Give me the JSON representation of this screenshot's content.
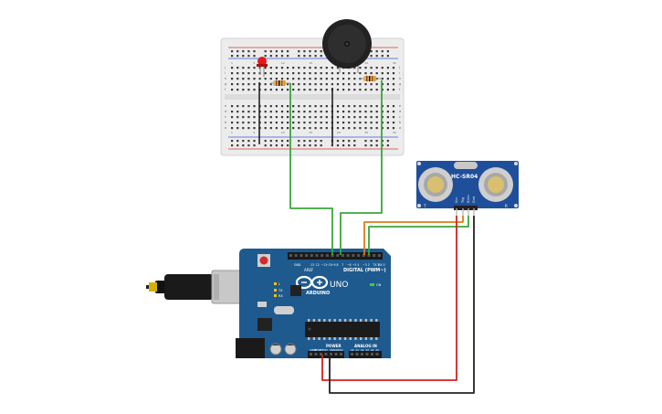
{
  "circuit": {
    "arduino": {
      "logo_text": "ARDUINO",
      "model_text": "UNO",
      "on_label": "ON",
      "tx_label": "TX",
      "rx_label": "RX",
      "l_label": "L",
      "digital_label": "DIGITAL (PWM~)",
      "power_label": "POWER",
      "analog_label": "ANALOG IN",
      "aref_label": "AREF",
      "gnd_label": "GND",
      "digital_pins": [
        "13",
        "12",
        "~11",
        "~10",
        "~9",
        "8",
        "7",
        "~6",
        "~5",
        "4",
        "~3",
        "2",
        "TX 1",
        "RX 0"
      ],
      "power_pins": [
        "IOREF",
        "RESET",
        "3.3V",
        "5V",
        "GND",
        "GND",
        "Vin"
      ],
      "analog_pins": [
        "A0",
        "A1",
        "A2",
        "A3",
        "A4",
        "A5"
      ]
    },
    "sensor": {
      "model": "HC-SR04",
      "pin_labels": [
        "Vcc",
        "Trig",
        "Echo",
        "Gnd"
      ],
      "side_t": "T",
      "side_r": "R"
    },
    "breadboard": {
      "row_letters_top": [
        "j",
        "i",
        "h",
        "g",
        "f"
      ],
      "row_letters_bottom": [
        "e",
        "d",
        "c",
        "b",
        "a"
      ],
      "column_numbers": [
        "1",
        "5",
        "10",
        "15",
        "20",
        "25",
        "30"
      ]
    },
    "colors": {
      "board": "#1e5a8e",
      "breadboard": "#ececec",
      "wire_green": "#3aa63a",
      "wire_orange": "#e07b1a",
      "wire_red": "#d62020",
      "wire_black": "#222222",
      "sensor_board": "#1f4f9a",
      "led": "#e21b1b"
    }
  }
}
